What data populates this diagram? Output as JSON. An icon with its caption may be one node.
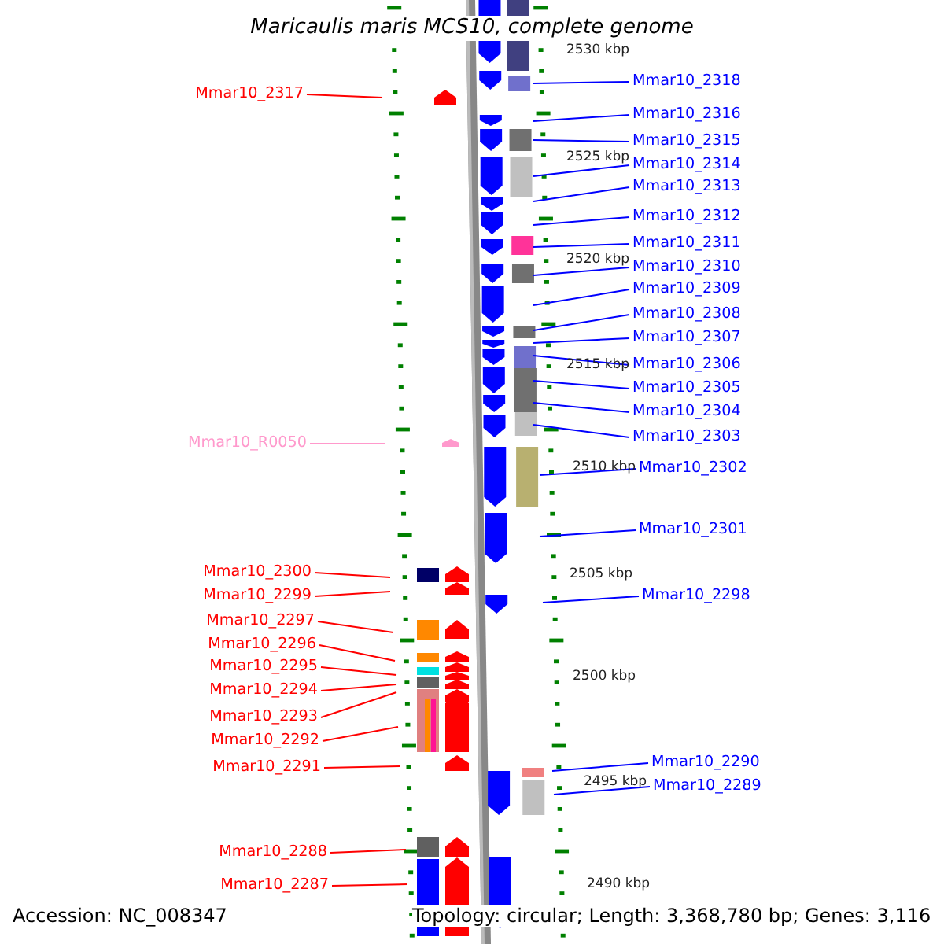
{
  "diagram": {
    "title": "Maricaulis maris MCS10, complete genome",
    "nodes": [
      {
        "text": [
          "Mmar10_2318"
        ]
      },
      {
        "text": [
          "Mmar10_2317"
        ]
      },
      {
        "text": [
          "Mmar10_2316"
        ]
      },
      {
        "text": [
          "Mmar10_2315"
        ]
      },
      {
        "text": [
          "Mmar10_2314"
        ]
      },
      {
        "text": [
          "Mmar10_2313"
        ]
      },
      {
        "text": [
          "Mmar10_2312"
        ]
      },
      {
        "text": [
          "Mmar10_2311"
        ]
      },
      {
        "text": [
          "Mmar10_2310"
        ]
      },
      {
        "text": [
          "Mmar10_2309"
        ]
      },
      {
        "text": [
          "Mmar10_2308"
        ]
      },
      {
        "text": [
          "Mmar10_2307"
        ]
      },
      {
        "text": [
          "Mmar10_2306"
        ]
      },
      {
        "text": [
          "Mmar10_2305"
        ]
      },
      {
        "text": [
          "Mmar10_2304"
        ]
      },
      {
        "text": [
          "Mmar10_2303"
        ]
      },
      {
        "text": [
          "Mmar10_R0050"
        ]
      },
      {
        "text": [
          "Mmar10_2302"
        ]
      },
      {
        "text": [
          "Mmar10_2301"
        ]
      },
      {
        "text": [
          "Mmar10_2300"
        ]
      },
      {
        "text": [
          "Mmar10_2299"
        ]
      },
      {
        "text": [
          "Mmar10_2298"
        ]
      },
      {
        "text": [
          "Mmar10_2297"
        ]
      },
      {
        "text": [
          "Mmar10_2296"
        ]
      },
      {
        "text": [
          "Mmar10_2295"
        ]
      },
      {
        "text": [
          "Mmar10_2294"
        ]
      },
      {
        "text": [
          "Mmar10_2293"
        ]
      },
      {
        "text": [
          "Mmar10_2292"
        ]
      },
      {
        "text": [
          "Mmar10_2290"
        ]
      },
      {
        "text": [
          "Mmar10_2291"
        ]
      },
      {
        "text": [
          "Mmar10_2289"
        ]
      },
      {
        "text": [
          "Mmar10_2288"
        ]
      },
      {
        "text": [
          "Mmar10_2287"
        ]
      }
    ],
    "edges": [
      {
        "from": 0,
        "to": null,
        "arrow": "none"
      },
      {
        "from": 1,
        "to": null,
        "arrow": "none",
        "color": "#ff0000"
      },
      {
        "from": 2,
        "to": null,
        "arrow": "none"
      },
      {
        "from": 3,
        "to": null,
        "arrow": "none"
      },
      {
        "from": 4,
        "to": null,
        "arrow": "none"
      },
      {
        "from": 5,
        "to": null,
        "arrow": "none"
      },
      {
        "from": 6,
        "to": null,
        "arrow": "none"
      },
      {
        "from": 7,
        "to": null,
        "arrow": "none"
      },
      {
        "from": 8,
        "to": null,
        "arrow": "none"
      },
      {
        "from": 9,
        "to": null,
        "arrow": "none"
      },
      {
        "from": 10,
        "to": null,
        "arrow": "none"
      },
      {
        "from": 11,
        "to": null,
        "arrow": "none"
      },
      {
        "from": 12,
        "to": null,
        "arrow": "none"
      },
      {
        "from": 13,
        "to": null,
        "arrow": "none"
      },
      {
        "from": 14,
        "to": null,
        "arrow": "none"
      },
      {
        "from": 15,
        "to": null,
        "arrow": "none"
      },
      {
        "from": 16,
        "to": null,
        "arrow": "none",
        "color": "#ff99cc"
      },
      {
        "from": 17,
        "to": null,
        "arrow": "none"
      },
      {
        "from": 18,
        "to": null,
        "arrow": "none"
      },
      {
        "from": 19,
        "to": null,
        "arrow": "none",
        "color": "#ff0000"
      },
      {
        "from": 20,
        "to": null,
        "arrow": "none",
        "color": "#ff0000"
      },
      {
        "from": 21,
        "to": null,
        "arrow": "none"
      },
      {
        "from": 22,
        "to": null,
        "arrow": "none",
        "color": "#ff0000"
      },
      {
        "from": 23,
        "to": null,
        "arrow": "none",
        "color": "#ff0000"
      },
      {
        "from": 24,
        "to": null,
        "arrow": "none",
        "color": "#ff0000"
      },
      {
        "from": 25,
        "to": null,
        "arrow": "none",
        "color": "#ff0000"
      },
      {
        "from": 26,
        "to": null,
        "arrow": "none",
        "color": "#ff0000"
      },
      {
        "from": 27,
        "to": null,
        "arrow": "none",
        "color": "#ff0000"
      },
      {
        "from": 28,
        "to": null,
        "arrow": "none"
      },
      {
        "from": 29,
        "to": null,
        "arrow": "none",
        "color": "#ff0000"
      },
      {
        "from": 30,
        "to": null,
        "arrow": "none"
      },
      {
        "from": 31,
        "to": null,
        "arrow": "none",
        "color": "#ff0000"
      },
      {
        "from": 32,
        "to": null,
        "arrow": "none",
        "color": "#ff0000"
      }
    ],
    "labels": [
      "2530 kbp",
      "2525 kbp",
      "2520 kbp",
      "2515 kbp",
      "2510 kbp",
      "2505 kbp",
      "2500 kbp",
      "2495 kbp",
      "2490 kbp",
      "Accession: NC_008347",
      "Topology: circular; Length: 3,368,780 bp; Genes: 3,116"
    ]
  }
}
